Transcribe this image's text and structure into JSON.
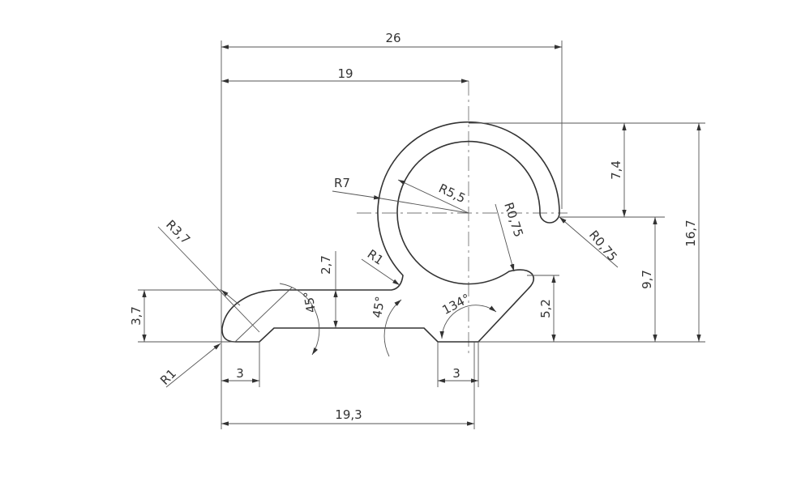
{
  "drawing": {
    "dimensions": {
      "overall_width": "26",
      "center_offset": "19",
      "hook_height": "7,4",
      "overall_height": "16,7",
      "center_height": "9,7",
      "lip_height": "5,2",
      "left_height": "3,7",
      "groove_depth": "2,7",
      "bottom_width": "19,3",
      "left_flat": "3",
      "right_flat": "3"
    },
    "radii": {
      "outer": "R7",
      "inner": "R5,5",
      "lip_tip": "R0,75",
      "hook_tip": "R0,75",
      "fillet_neck": "R1",
      "fillet_left": "R1",
      "left_lobe": "R3,7"
    },
    "angles": {
      "left_chamfer": "45°",
      "right_chamfer": "45°",
      "lip_angle": "134°"
    }
  }
}
